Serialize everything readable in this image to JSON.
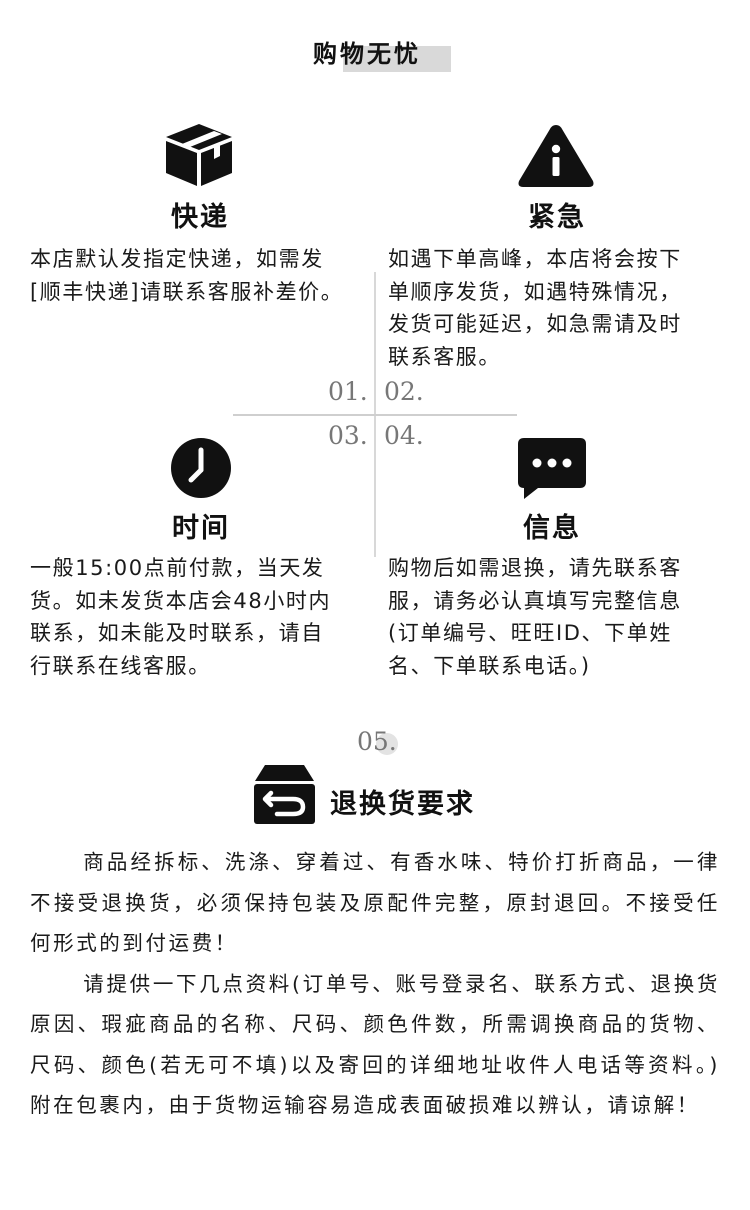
{
  "page": {
    "title": "购物无忧"
  },
  "sections": [
    {
      "id": "express",
      "icon": "box-icon",
      "heading": "快递",
      "lines": [
        "本店默认发指定快递，如需发",
        "[顺丰快递]请联系客服补差价。"
      ]
    },
    {
      "id": "urgent",
      "icon": "warning-icon",
      "heading": "紧急",
      "lines": [
        "如遇下单高峰，本店将会按下",
        "单顺序发货，如遇特殊情况，",
        "发货可能延迟，如急需请及时",
        "联系客服。"
      ]
    },
    {
      "id": "time",
      "icon": "clock-icon",
      "heading": "时间",
      "lines": [
        "一般15:00点前付款，当天发",
        "货。如未发货本店会48小时内",
        "联系，如未能及时联系，请自",
        "行联系在线客服。"
      ]
    },
    {
      "id": "info",
      "icon": "chat-icon",
      "heading": "信息",
      "lines": [
        "购物后如需退换，请先联系客",
        "服，请务必认真填写完整信息",
        "(订单编号、旺旺ID、下单姓",
        "名、下单联系电话。)"
      ]
    }
  ],
  "numbers": [
    "01.",
    "02.",
    "03.",
    "04.",
    "05."
  ],
  "returns": {
    "icon": "return-icon",
    "heading": "退换货要求",
    "paragraphs": [
      "商品经拆标、洗涤、穿着过、有香水味、特价打折商品，一律不接受退换货，必须保持包装及原配件完整，原封退回。不接受任何形式的到付运费！",
      "请提供一下几点资料(订单号、账号登录名、联系方式、退换货原因、瑕疵商品的名称、尺码、颜色件数，所需调换商品的货物、尺码、颜色(若无可不填)以及寄回的详细地址收件人电话等资料。)附在包裹内，由于货物运输容易造成表面破损难以辨认，请谅解！"
    ]
  }
}
